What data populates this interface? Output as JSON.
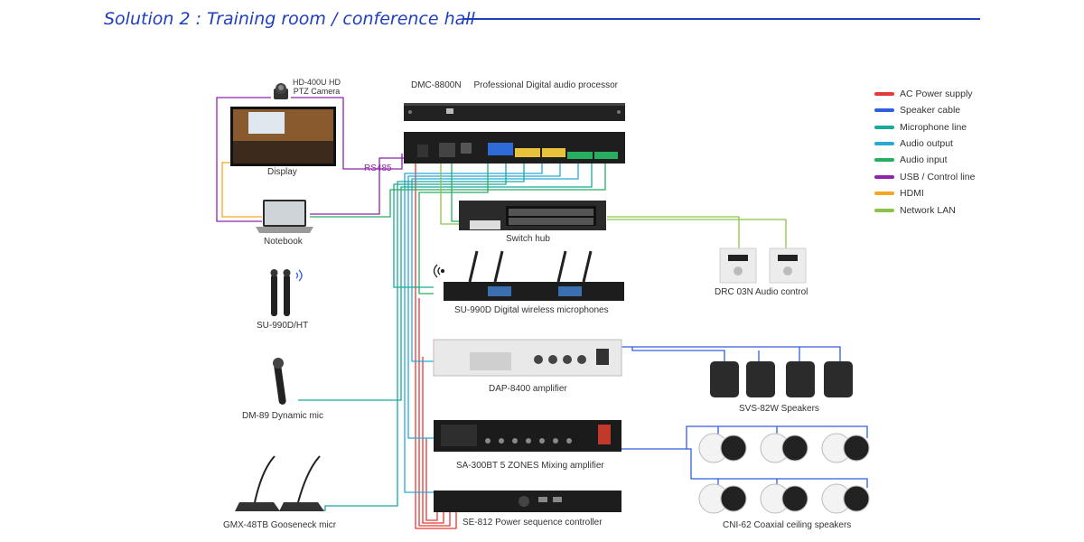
{
  "title": "Solution 2 : Training room / conference hall",
  "colors": {
    "title_blue": "#1f3fbf",
    "ac_power": "#e53935",
    "speaker_cable": "#2f5fe0",
    "microphone_line": "#1aa99a",
    "audio_output": "#29a8d8",
    "audio_input": "#27ae60",
    "usb_control": "#8e24aa",
    "hdmi": "#f5a623",
    "network_lan": "#8bc34a"
  },
  "legend": [
    {
      "label": "AC Power supply",
      "color": "#e53935"
    },
    {
      "label": "Speaker cable",
      "color": "#2f5fe0"
    },
    {
      "label": "Microphone line",
      "color": "#1aa99a"
    },
    {
      "label": "Audio output",
      "color": "#29a8d8"
    },
    {
      "label": "Audio input",
      "color": "#27ae60"
    },
    {
      "label": "USB / Control line",
      "color": "#8e24aa"
    },
    {
      "label": "HDMI",
      "color": "#f5a623"
    },
    {
      "label": "Network LAN",
      "color": "#8bc34a"
    }
  ],
  "devices": {
    "camera": "HD-400U HD\nPTZ Camera",
    "display": "Display",
    "rs485": "RS485",
    "notebook": "Notebook",
    "processor": "DMC-8800N     Professional Digital audio processor",
    "switch_hub": "Switch hub",
    "drc": "DRC 03N  Audio control",
    "wireless_rx": "SU-990D Digital wireless microphones",
    "handheld_mics": "SU-990D/HT",
    "amplifier": "DAP-8400 amplifier",
    "dynamic_mic": "DM-89 Dynamic mic",
    "mixing_amp": "SA-300BT 5 ZONES Mixing amplifier",
    "gooseneck": "GMX-48TB Gooseneck micr",
    "sequencer": "SE-812 Power sequence controller",
    "wall_speakers": "SVS-82W Speakers",
    "ceiling_speakers": "CNI-62 Coaxial ceiling speakers"
  }
}
